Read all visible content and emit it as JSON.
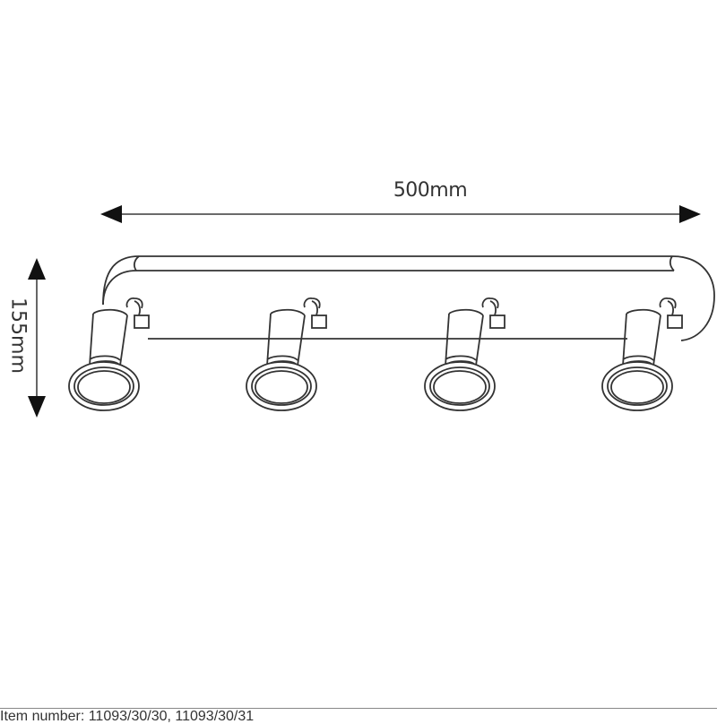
{
  "dimensions": {
    "width_label": "500mm",
    "height_label": "155mm"
  },
  "product": {
    "type": "4-light ceiling spotlight bar",
    "spot_count": 4
  },
  "footer": {
    "item_number_text": "Item number: 11093/30/30, 11093/30/31"
  },
  "colors": {
    "line": "#333333",
    "background": "#ffffff"
  }
}
